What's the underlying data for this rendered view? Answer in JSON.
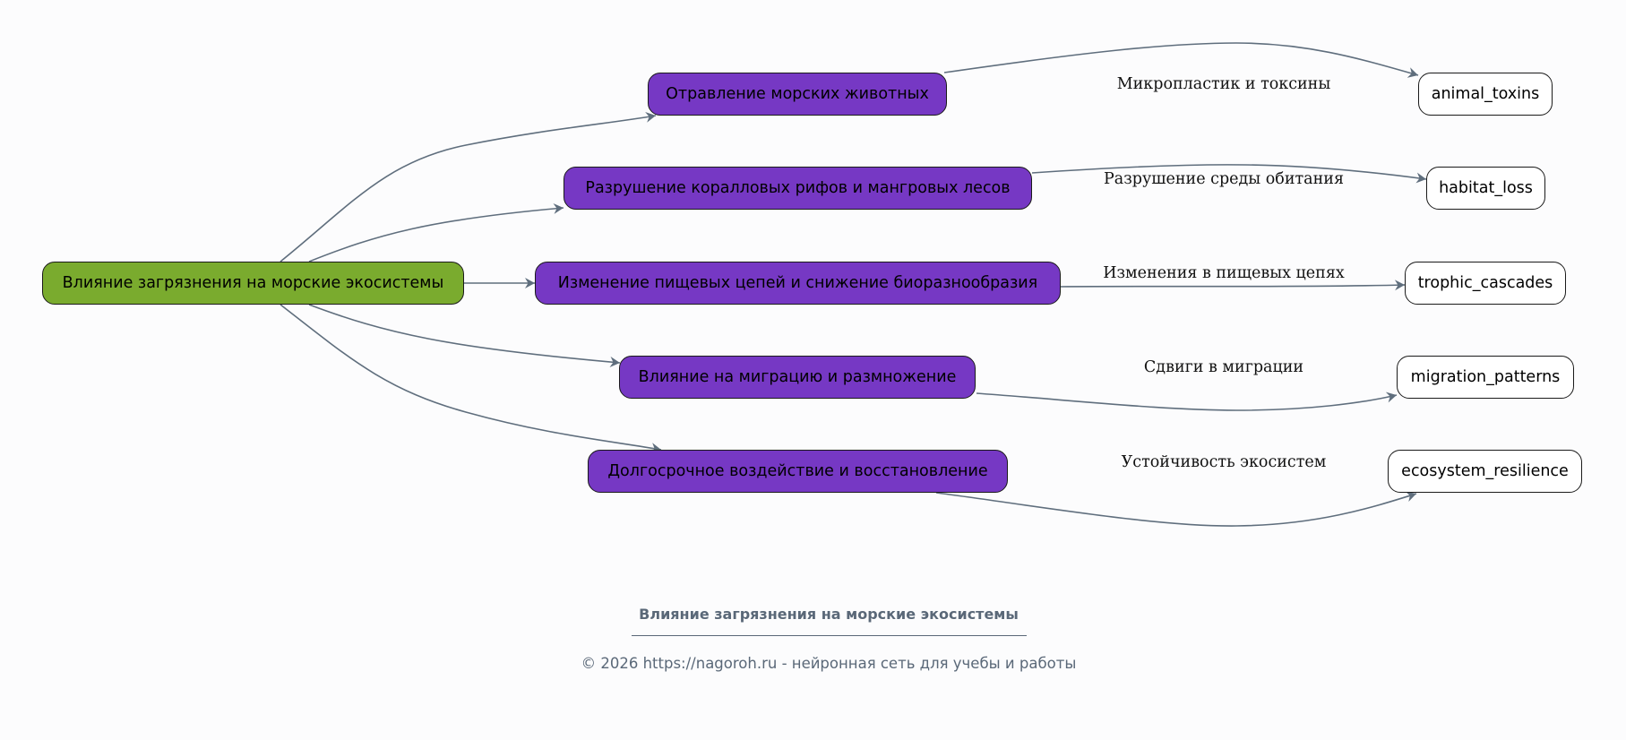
{
  "diagram": {
    "root": {
      "label": "Влияние загрязнения на морские экосистемы",
      "color": "#7aab2e"
    },
    "branches": [
      {
        "label": "Отравление морских животных",
        "edge_label": "Микропластик и токсины",
        "target": "animal_toxins"
      },
      {
        "label": "Разрушение коралловых рифов и мангровых лесов",
        "edge_label": "Разрушение среды обитания",
        "target": "habitat_loss"
      },
      {
        "label": "Изменение пищевых цепей и снижение биоразнообразия",
        "edge_label": "Изменения в пищевых цепях",
        "target": "trophic_cascades"
      },
      {
        "label": "Влияние на миграцию и размножение",
        "edge_label": "Сдвиги в миграции",
        "target": "migration_patterns"
      },
      {
        "label": "Долгосрочное воздействие и восстановление",
        "edge_label": "Устойчивость экосистем",
        "target": "ecosystem_resilience"
      }
    ],
    "colors": {
      "branch_fill": "#7638c4",
      "leaf_fill": "#ffffff",
      "edge": "#5f6e7d"
    }
  },
  "footer": {
    "title": "Влияние загрязнения на морские экосистемы",
    "copyright": "© 2026 https://nagoroh.ru - нейронная сеть для учебы и работы"
  }
}
